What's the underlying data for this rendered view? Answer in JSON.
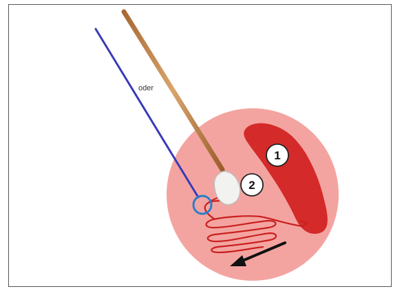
{
  "diagram": {
    "instrument_label": "oder",
    "markers": {
      "zone_one": "1",
      "zone_two": "2"
    },
    "colors": {
      "plate": "#f4a4a0",
      "inoculum": "#d42a2a",
      "streak": "#c8201f",
      "loop_wire": "#3a3ab8",
      "loop_ring": "#2a7ec8",
      "swab_stick": "#c98e54",
      "swab_tip": "#f2f2f0",
      "arrow": "#111111"
    },
    "icons": [
      "inoculating-loop",
      "cotton-swab",
      "direction-arrow"
    ]
  }
}
